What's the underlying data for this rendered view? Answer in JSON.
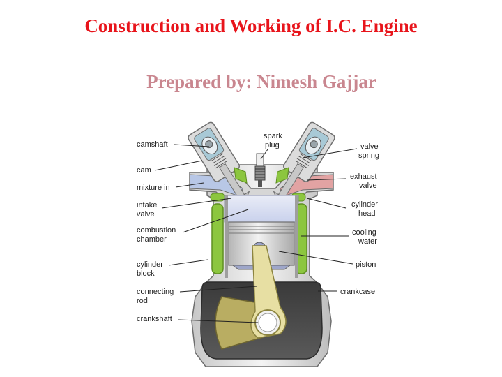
{
  "title": "Construction and Working of I.C. Engine",
  "subtitle": "Prepared by: Nimesh Gajjar",
  "diagram": {
    "labels_left": {
      "camshaft": "camshaft",
      "cam": "cam",
      "mixture_in": "mixture in",
      "intake_valve_1": "intake",
      "intake_valve_2": "valve",
      "combustion_chamber_1": "combustion",
      "combustion_chamber_2": "chamber",
      "cylinder_block_1": "cylinder",
      "cylinder_block_2": "block",
      "connecting_rod_1": "connecting",
      "connecting_rod_2": "rod",
      "crankshaft": "crankshaft"
    },
    "labels_top": {
      "spark_plug_1": "spark",
      "spark_plug_2": "plug"
    },
    "labels_right": {
      "valve_spring_1": "valve",
      "valve_spring_2": "spring",
      "exhaust_valve_1": "exhaust",
      "exhaust_valve_2": "valve",
      "cylinder_head_1": "cylinder",
      "cylinder_head_2": "head",
      "cooling_water_1": "cooling",
      "cooling_water_2": "water",
      "piston": "piston",
      "crankcase": "crankcase"
    },
    "colors": {
      "cooling_water": "#8cc63f",
      "exhaust_gas": "#e2a3a3",
      "intake_mixture": "#b8c7e6",
      "combustion_chamber": "#d9dff2",
      "piston_body": "#d8d8d8",
      "connecting_rod": "#e7dfa3",
      "crankshaft": "#b9ad62",
      "crankcase": "#444444"
    }
  }
}
